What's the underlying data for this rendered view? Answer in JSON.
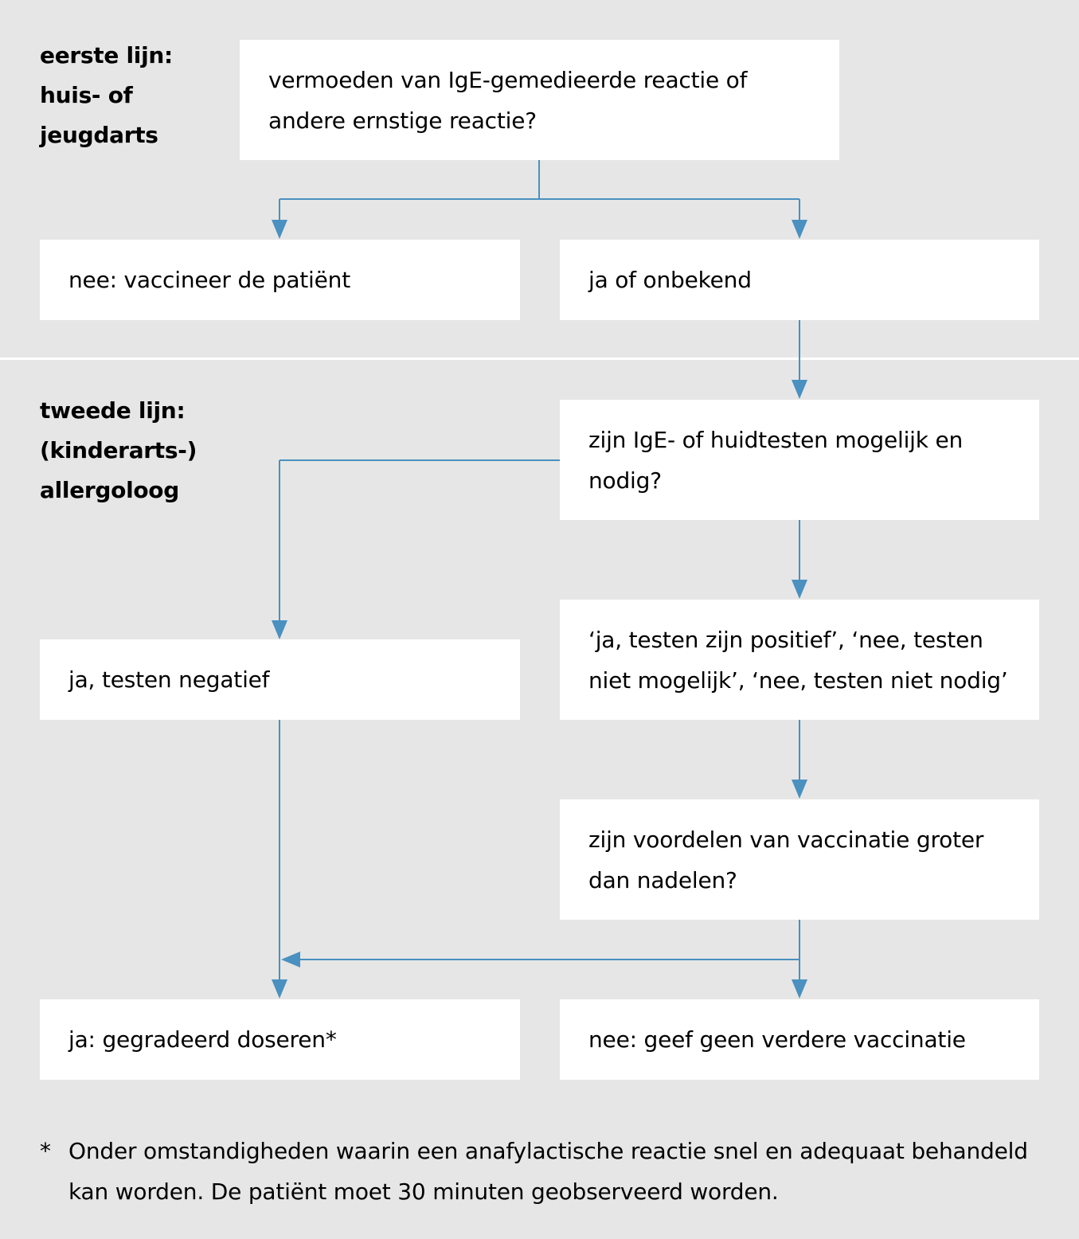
{
  "lanes": {
    "first": {
      "lines": [
        "eerste lijn:",
        "huis- of",
        "jeugdarts"
      ]
    },
    "second": {
      "lines": [
        "tweede lijn:",
        "(kinderarts-)",
        "allergoloog"
      ]
    }
  },
  "nodes": {
    "suspicion": [
      "vermoeden van IgE-gemedieerde reactie of",
      "andere ernstige reactie?"
    ],
    "no_vaccinate": [
      "nee: vaccineer de patiënt"
    ],
    "yes_unknown": [
      "ja of onbekend"
    ],
    "tests_possible": [
      "zijn IgE- of huidtesten mogelijk en",
      "nodig?"
    ],
    "yes_negative": [
      "ja, testen negatief"
    ],
    "positive_or_not": [
      "‘ja, testen zijn positief’, ‘nee, testen",
      "niet mogelijk’, ‘nee, testen niet nodig’"
    ],
    "benefits": [
      "zijn voordelen van vaccinatie groter",
      "dan nadelen?"
    ],
    "graded_dosing": [
      "ja: gegradeerd doseren*"
    ],
    "no_further": [
      "nee: geef geen verdere vaccinatie"
    ]
  },
  "footnote": {
    "marker": "*",
    "text_lines": [
      "Onder omstandigheden waarin een anafylactische reactie snel en adequaat behandeld",
      "kan worden. De patiënt moet 30 minuten geobserveerd worden."
    ]
  },
  "colors": {
    "background": "#e6e6e6",
    "box": "#ffffff",
    "connector": "#4a90c0"
  }
}
